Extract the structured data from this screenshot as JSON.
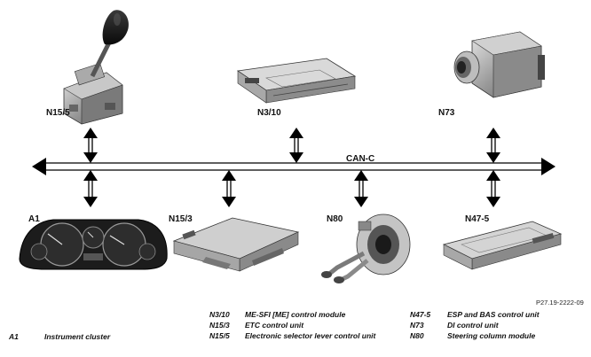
{
  "bus": {
    "label": "CAN-C"
  },
  "components": [
    {
      "id": "n15_5",
      "label": "N15/5",
      "image": "gear-selector-lever"
    },
    {
      "id": "n3_10",
      "label": "N3/10",
      "image": "control-module-box"
    },
    {
      "id": "n73",
      "label": "N73",
      "image": "ignition-lock-unit"
    },
    {
      "id": "a1",
      "label": "A1",
      "image": "instrument-cluster"
    },
    {
      "id": "n15_3",
      "label": "N15/3",
      "image": "control-unit-box"
    },
    {
      "id": "n80",
      "label": "N80",
      "image": "steering-column-module"
    },
    {
      "id": "n47_5",
      "label": "N47-5",
      "image": "control-unit-box"
    }
  ],
  "reference": "P27.19-2222-09",
  "legend": [
    {
      "code": "A1",
      "text": "Instrument cluster"
    },
    {
      "code": "N3/10",
      "text": "ME-SFI [ME] control module"
    },
    {
      "code": "N15/3",
      "text": "ETC control unit"
    },
    {
      "code": "N15/5",
      "text": "Electronic selector lever control unit"
    },
    {
      "code": "N47-5",
      "text": "ESP and BAS control unit"
    },
    {
      "code": "N73",
      "text": "DI control unit"
    },
    {
      "code": "N80",
      "text": "Steering column module"
    }
  ]
}
